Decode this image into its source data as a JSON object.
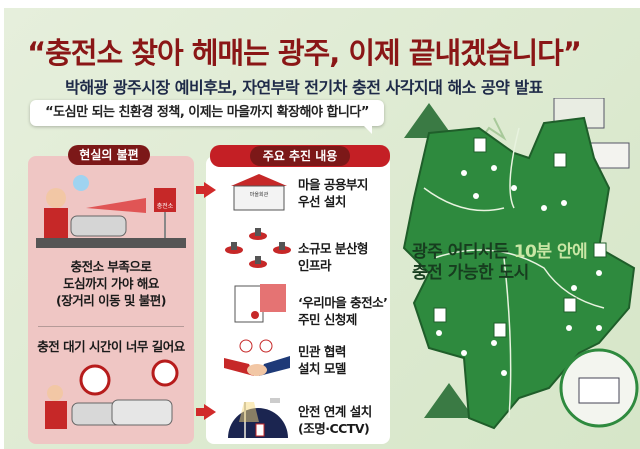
{
  "header": {
    "title": "“충전소 찾아 헤매는 광주, 이제 끝내겠습니다”",
    "subtitle": "박해광 광주시장 예비후보, 자연부락 전기차 충전 사각지대 해소 공약 발표",
    "quote": "“도심만 되는 친환경 정책, 이제는 마을까지 확장해야 합니다”"
  },
  "left": {
    "heading": "현실의 불편",
    "station_sign": "충전소",
    "problem1": [
      "충전소 부족으로",
      "도심까지 가야 해요",
      "(장거리 이동 및 불편)"
    ],
    "problem2": "충전 대기 시간이 너무 길어요"
  },
  "right": {
    "heading": "주요 추진 내용",
    "building_sign": "마을회관",
    "items": [
      {
        "icon": "village-hall-icon",
        "lines": [
          "마을 공용부지",
          "우선 설치"
        ]
      },
      {
        "icon": "distributed-chargers-icon",
        "lines": [
          "소규모 분산형",
          "인프라"
        ]
      },
      {
        "icon": "application-form-icon",
        "lines": [
          "‘우리마을 충전소’",
          "주민 신청제"
        ]
      },
      {
        "icon": "handshake-icon",
        "lines": [
          "민관 협력",
          "설치 모델"
        ]
      },
      {
        "icon": "streetlight-cctv-icon",
        "lines": [
          "안전 연계 설치",
          "(조명·CCTV)"
        ]
      }
    ]
  },
  "map": {
    "line1_a": "광주 어디서든 ",
    "line1_b": "10분 안에",
    "line2": "충전 가능한 도시"
  },
  "colors": {
    "title": "#8a1616",
    "accent_red": "#c41f25",
    "map_green": "#2e8a3e",
    "bg": "#dde9d0"
  }
}
